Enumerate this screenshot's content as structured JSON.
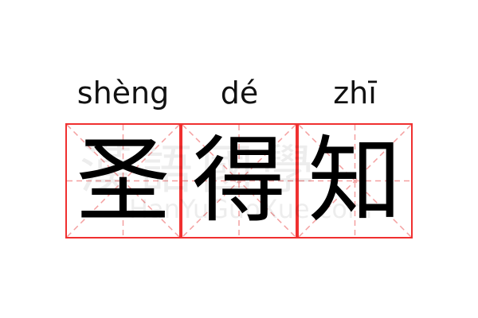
{
  "characters": [
    {
      "hanzi": "圣",
      "pinyin": "shèng"
    },
    {
      "hanzi": "得",
      "pinyin": "dé"
    },
    {
      "hanzi": "知",
      "pinyin": "zhī"
    }
  ],
  "watermark": {
    "cn": "漢語國學",
    "en": "HanYuGuoXue.com"
  },
  "colors": {
    "border": "#f03030",
    "guide": "#f4a0a0",
    "text": "#000000"
  }
}
